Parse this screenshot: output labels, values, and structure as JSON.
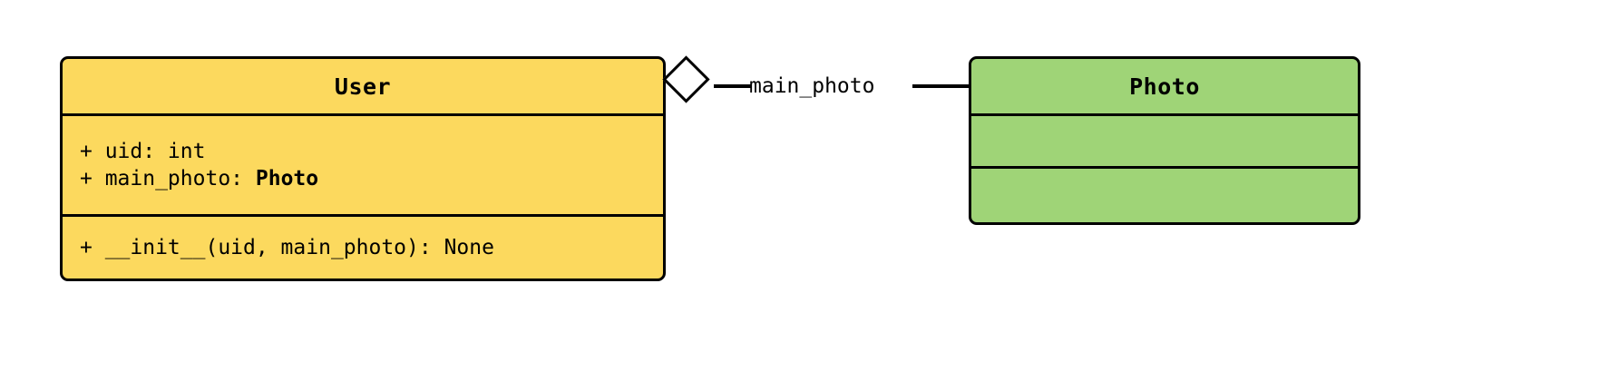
{
  "diagram": {
    "type": "uml-class-diagram",
    "background_color": "#ffffff"
  },
  "classes": [
    {
      "id": "user",
      "name": "User",
      "fill_color": "#FCD95E",
      "border_color": "#000000",
      "attributes": [
        {
          "text_prefix": "+ uid: int",
          "type_ref": ""
        },
        {
          "text_prefix": "+ main_photo: ",
          "type_ref": "Photo"
        }
      ],
      "methods": [
        {
          "text_prefix": "+ __init__(uid, main_photo): None",
          "type_ref": ""
        }
      ]
    },
    {
      "id": "photo",
      "name": "Photo",
      "fill_color": "#9FD477",
      "border_color": "#000000",
      "attributes": [],
      "methods": []
    }
  ],
  "relationship": {
    "kind": "aggregation",
    "label": "main_photo",
    "source": "User",
    "target": "Photo",
    "diamond_fill": "#ffffff",
    "line_color": "#000000"
  }
}
